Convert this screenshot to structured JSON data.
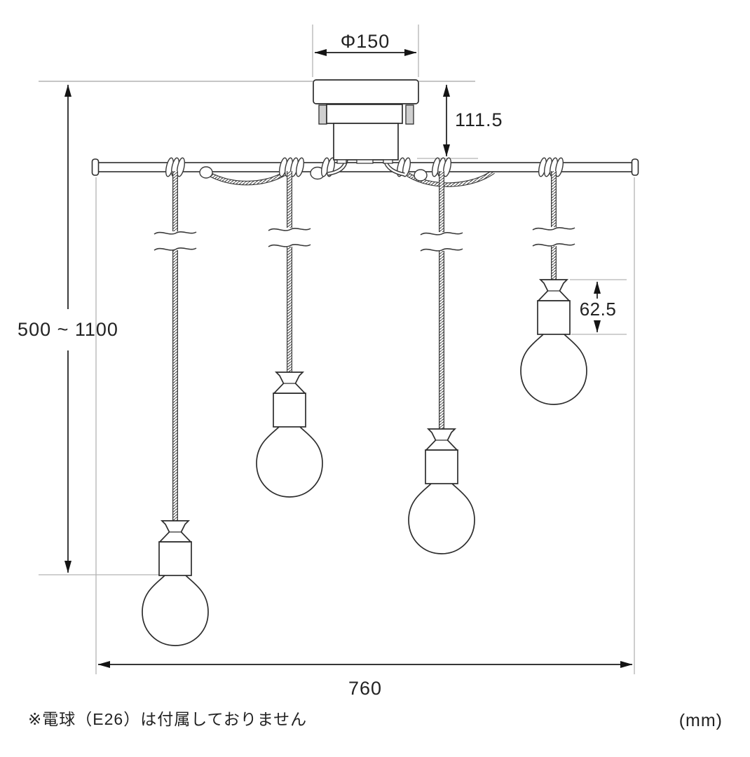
{
  "diagram": {
    "kind": "technical-dimension-drawing",
    "lamp_count": 4,
    "labels": {
      "canopy_diameter": "Φ150",
      "canopy_height": "111.5",
      "cord_length_range": "500 ~ 1100",
      "socket_height": "62.5",
      "bar_width": "760",
      "note": "※電球（E26）は付属しておりません",
      "unit": "(mm)"
    },
    "colors": {
      "background": "#ffffff",
      "outline": "#2d2d2d",
      "rope": "#3a3a3a",
      "dimension_line": "#1a1a1a",
      "extension_line": "#b4b4b4",
      "peg_fill": "#cfcfcf"
    }
  }
}
